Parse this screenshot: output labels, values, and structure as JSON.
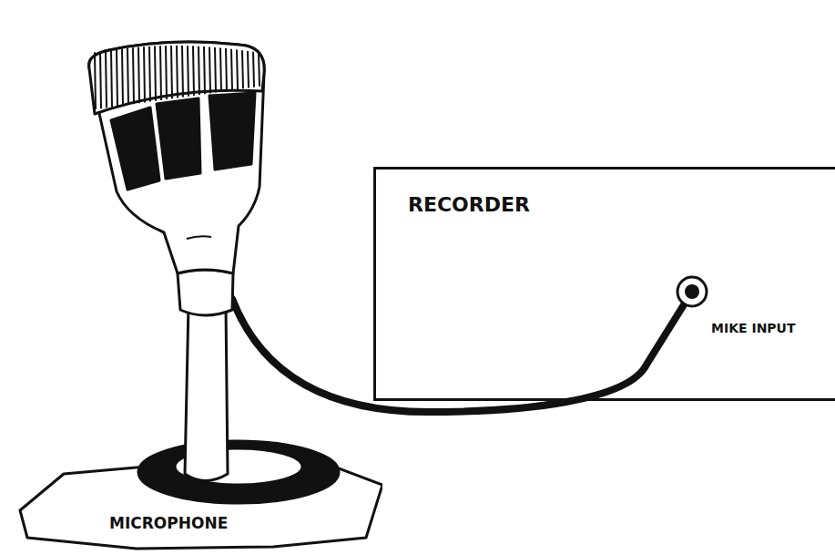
{
  "diagram": {
    "nodes": [
      {
        "text": [
          "RECORDER",
          "MIKE INPUT"
        ]
      },
      {
        "text": [
          "MICROPHONE"
        ]
      }
    ],
    "edges": [
      {
        "from": 1,
        "to": 0,
        "arrow": "none"
      }
    ]
  }
}
